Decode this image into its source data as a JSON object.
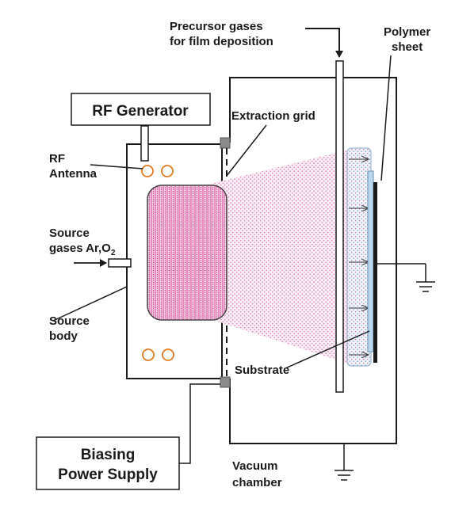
{
  "labels": {
    "precursor_line1": "Precursor gases",
    "precursor_line2": "for film deposition",
    "polymer_line1": "Polymer",
    "polymer_line2": "sheet",
    "rf_generator": "RF Generator",
    "extraction_grid": "Extraction grid",
    "rf_antenna_line1": "RF",
    "rf_antenna_line2": "Antenna",
    "source_gases_line1": "Source",
    "source_gases_line2": "gases Ar,O",
    "source_gases_sub": "2",
    "source_body_line1": "Source",
    "source_body_line2": "body",
    "substrate": "Substrate",
    "biasing_line1": "Biasing",
    "biasing_line2": "Power Supply",
    "vacuum_line1": "Vacuum",
    "vacuum_line2": "chamber"
  },
  "colors": {
    "plasma": "#d9479a",
    "beam": "#e58ac0",
    "coil": "#e07b1f",
    "substrate": "#b9d7ee",
    "line": "#1a1a1a",
    "flange": "#8a8a8a"
  }
}
